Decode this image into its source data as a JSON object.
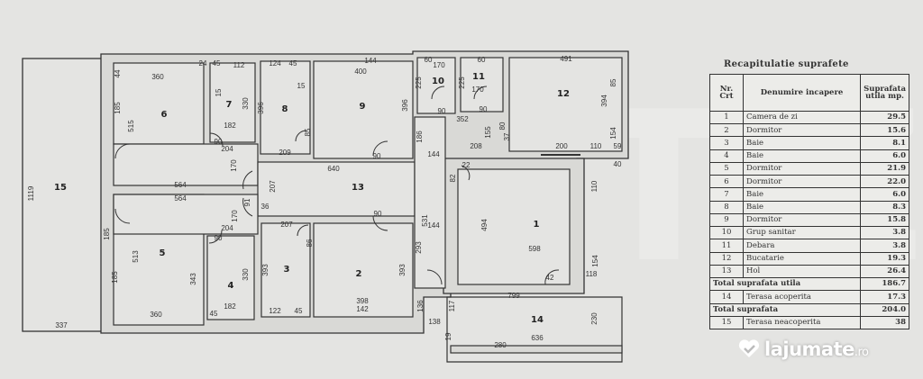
{
  "plan": {
    "room_numbers": [
      "1",
      "2",
      "3",
      "4",
      "5",
      "6",
      "7",
      "8",
      "9",
      "10",
      "11",
      "12",
      "13",
      "14",
      "15"
    ],
    "dims": [
      "360",
      "44",
      "185",
      "515",
      "24",
      "45",
      "112",
      "15",
      "330",
      "182",
      "90",
      "204",
      "170",
      "124",
      "45",
      "15",
      "396",
      "85",
      "209",
      "144",
      "400",
      "396",
      "90",
      "640",
      "60",
      "170",
      "225",
      "60",
      "225",
      "170",
      "90",
      "90",
      "352",
      "155",
      "80",
      "186",
      "208",
      "37",
      "200",
      "491",
      "85",
      "394",
      "154",
      "110",
      "59",
      "40",
      "144",
      "22",
      "82",
      "494",
      "110",
      "598",
      "564",
      "564",
      "91",
      "36",
      "207",
      "170",
      "207",
      "86",
      "90",
      "531",
      "144",
      "293",
      "393",
      "185",
      "513",
      "343",
      "185",
      "204",
      "90",
      "330",
      "182",
      "45",
      "393",
      "122",
      "45",
      "398",
      "142",
      "360",
      "337",
      "1119",
      "118",
      "154",
      "42",
      "799",
      "136",
      "117",
      "138",
      "230",
      "636",
      "280",
      "19"
    ]
  },
  "table": {
    "title": "Recapitulatie suprafete",
    "headers": [
      "Nr. Crt",
      "Denumire incapere",
      "Suprafata utila mp."
    ],
    "rows": [
      {
        "nr": "1",
        "name": "Camera de zi",
        "area": "29.5"
      },
      {
        "nr": "2",
        "name": "Dormitor",
        "area": "15.6"
      },
      {
        "nr": "3",
        "name": "Baie",
        "area": "8.1"
      },
      {
        "nr": "4",
        "name": "Baie",
        "area": "6.0"
      },
      {
        "nr": "5",
        "name": "Dormitor",
        "area": "21.9"
      },
      {
        "nr": "6",
        "name": "Dormitor",
        "area": "22.0"
      },
      {
        "nr": "7",
        "name": "Baie",
        "area": "6.0"
      },
      {
        "nr": "8",
        "name": "Baie",
        "area": "8.3"
      },
      {
        "nr": "9",
        "name": "Dormitor",
        "area": "15.8"
      },
      {
        "nr": "10",
        "name": "Grup sanitar",
        "area": "3.8"
      },
      {
        "nr": "11",
        "name": "Debara",
        "area": "3.8"
      },
      {
        "nr": "12",
        "name": "Bucatarie",
        "area": "19.3"
      },
      {
        "nr": "13",
        "name": "Hol",
        "area": "26.4"
      }
    ],
    "total_util": {
      "label": "Total suprafata utila",
      "area": "186.7"
    },
    "row14": {
      "nr": "14",
      "name": "Terasa acoperita",
      "area": "17.3"
    },
    "total": {
      "label": "Total suprafata",
      "area": "204.0"
    },
    "row15": {
      "nr": "15",
      "name": "Terasa neacoperita",
      "area": "38"
    }
  },
  "watermark": {
    "brand": "lajumate",
    "tld": ".ro",
    "icon": "heart-check-icon"
  },
  "colors": {
    "paper": "#e4e4e2",
    "wall": "#333333"
  }
}
